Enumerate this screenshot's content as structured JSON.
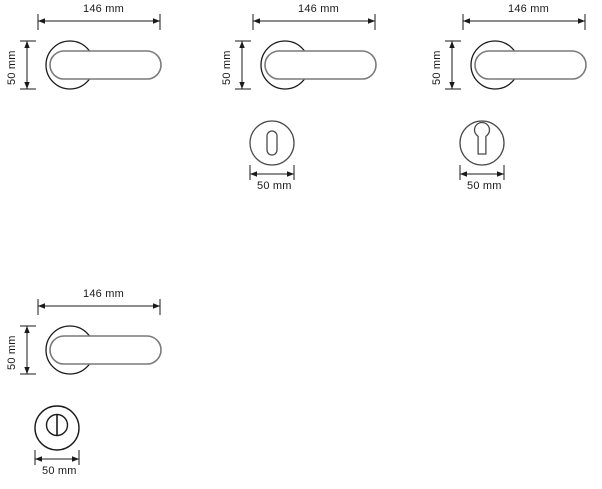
{
  "drawing": {
    "title": "Door handle technical dimension drawing",
    "units": "mm",
    "line_color": "#1a1a1a",
    "lever_color": "#7a7a7a",
    "background": "#ffffff",
    "dimensions": {
      "lever_length": "146 mm",
      "rosette_height": "50 mm",
      "escutcheon_width": "50 mm"
    },
    "groups": [
      {
        "id": "group-1",
        "name": "handle-plain-rosette",
        "handle": {
          "width_label": "146 mm",
          "height_label": "50 mm",
          "escutcheon_type": "none"
        }
      },
      {
        "id": "group-2",
        "name": "handle-with-keyhole-escutcheon",
        "handle": {
          "width_label": "146 mm",
          "height_label": "50 mm"
        },
        "escutcheon": {
          "type": "keyhole-slot",
          "width_label": "50 mm"
        }
      },
      {
        "id": "group-3",
        "name": "handle-with-euro-cylinder-escutcheon",
        "handle": {
          "width_label": "146 mm",
          "height_label": "50 mm"
        },
        "escutcheon": {
          "type": "euro-profile-cylinder",
          "width_label": "50 mm"
        }
      },
      {
        "id": "group-4",
        "name": "handle-with-wc-thumbturn-escutcheon",
        "handle": {
          "width_label": "146 mm",
          "height_label": "50 mm"
        },
        "escutcheon": {
          "type": "wc-thumbturn",
          "width_label": "50 mm"
        }
      }
    ]
  }
}
